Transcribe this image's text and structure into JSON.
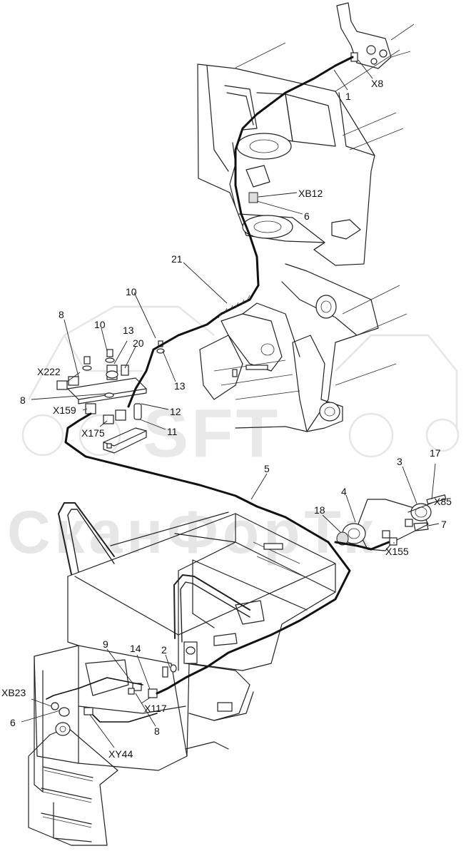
{
  "watermark": {
    "brand": "SFT",
    "company": "СканФорТк"
  },
  "callouts": [
    {
      "id": "c1",
      "text": "1"
    },
    {
      "id": "c2",
      "text": "X8"
    },
    {
      "id": "c3",
      "text": "XB12"
    },
    {
      "id": "c4",
      "text": "6"
    },
    {
      "id": "c5",
      "text": "21"
    },
    {
      "id": "c6",
      "text": "10"
    },
    {
      "id": "c7",
      "text": "8"
    },
    {
      "id": "c8",
      "text": "10"
    },
    {
      "id": "c9",
      "text": "13"
    },
    {
      "id": "c10",
      "text": "20"
    },
    {
      "id": "c11",
      "text": "X222"
    },
    {
      "id": "c12",
      "text": "13"
    },
    {
      "id": "c13",
      "text": "8"
    },
    {
      "id": "c14",
      "text": "12"
    },
    {
      "id": "c15",
      "text": "X159"
    },
    {
      "id": "c16",
      "text": "11"
    },
    {
      "id": "c17",
      "text": "X175"
    },
    {
      "id": "c18",
      "text": "5"
    },
    {
      "id": "c19",
      "text": "17"
    },
    {
      "id": "c20",
      "text": "3"
    },
    {
      "id": "c21",
      "text": "4"
    },
    {
      "id": "c22",
      "text": "X85"
    },
    {
      "id": "c23",
      "text": "18"
    },
    {
      "id": "c24",
      "text": "7"
    },
    {
      "id": "c25",
      "text": "X155"
    },
    {
      "id": "c26",
      "text": "9"
    },
    {
      "id": "c27",
      "text": "14"
    },
    {
      "id": "c28",
      "text": "2"
    },
    {
      "id": "c29",
      "text": "XB23"
    },
    {
      "id": "c30",
      "text": "X117"
    },
    {
      "id": "c31",
      "text": "6"
    },
    {
      "id": "c32",
      "text": "8"
    },
    {
      "id": "c33",
      "text": "XY44"
    }
  ]
}
